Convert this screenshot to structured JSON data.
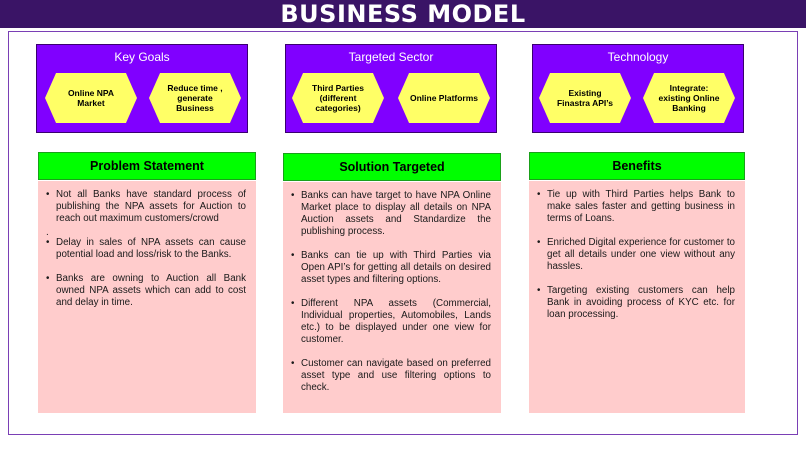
{
  "title": "BUSINESS MODEL",
  "top_boxes": [
    {
      "title": "Key Goals",
      "items": [
        "Online NPA Market",
        "Reduce time , generate Business"
      ]
    },
    {
      "title": "Targeted Sector",
      "items": [
        "Third Parties (different categories)",
        "Online Platforms"
      ]
    },
    {
      "title": "Technology",
      "items": [
        "Existing Finastra API’s",
        "Integrate: existing Online Banking"
      ]
    }
  ],
  "sections": [
    {
      "heading": "Problem Statement",
      "bullets": [
        "Not all Banks have standard process of publishing the NPA assets for Auction to reach out maximum customers/crowd",
        ".",
        "Delay in sales of NPA assets can cause potential load and loss/risk to the Banks.",
        "Banks are owning to Auction all Bank owned NPA assets which can add to cost and delay in time."
      ]
    },
    {
      "heading": "Solution Targeted",
      "bullets": [
        "Banks can have target to have NPA Online Market place to display all details on NPA Auction assets and Standardize the publishing process.",
        "Banks can tie up with Third Parties via Open API’s for getting all details on desired asset types and filtering options.",
        "Different NPA assets (Commercial, Individual properties, Automobiles, Lands etc.) to be displayed under one view for customer.",
        "Customer can navigate based on preferred asset type and use filtering options to check."
      ]
    },
    {
      "heading": "Benefits",
      "bullets": [
        "Tie up with Third Parties helps Bank to make sales faster and getting business in terms of Loans.",
        "Enriched Digital experience for customer to get all details under one view without any hassles.",
        "Targeting existing customers can help Bank in avoiding process of KYC etc. for loan processing."
      ]
    }
  ],
  "colors": {
    "title_bar": "#3a1466",
    "top_box": "#8000ff",
    "hexagon": "#ffff66",
    "heading_green": "#00ff00",
    "panel_pink": "#ffcccc",
    "frame_border": "#7a3fb5"
  }
}
